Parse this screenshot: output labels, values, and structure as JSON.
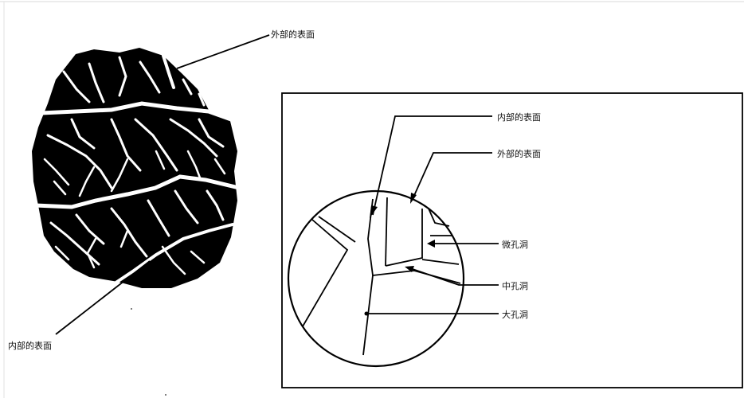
{
  "left_figure": {
    "outer_surface_label": "外部的表面",
    "inner_surface_label": "内部的表面"
  },
  "right_figure": {
    "inner_surface_label": "内部的表面",
    "outer_surface_label": "外部的表面",
    "micropore_label": "微孔洞",
    "mesopore_label": "中孔洞",
    "macropore_label": "大孔洞"
  }
}
